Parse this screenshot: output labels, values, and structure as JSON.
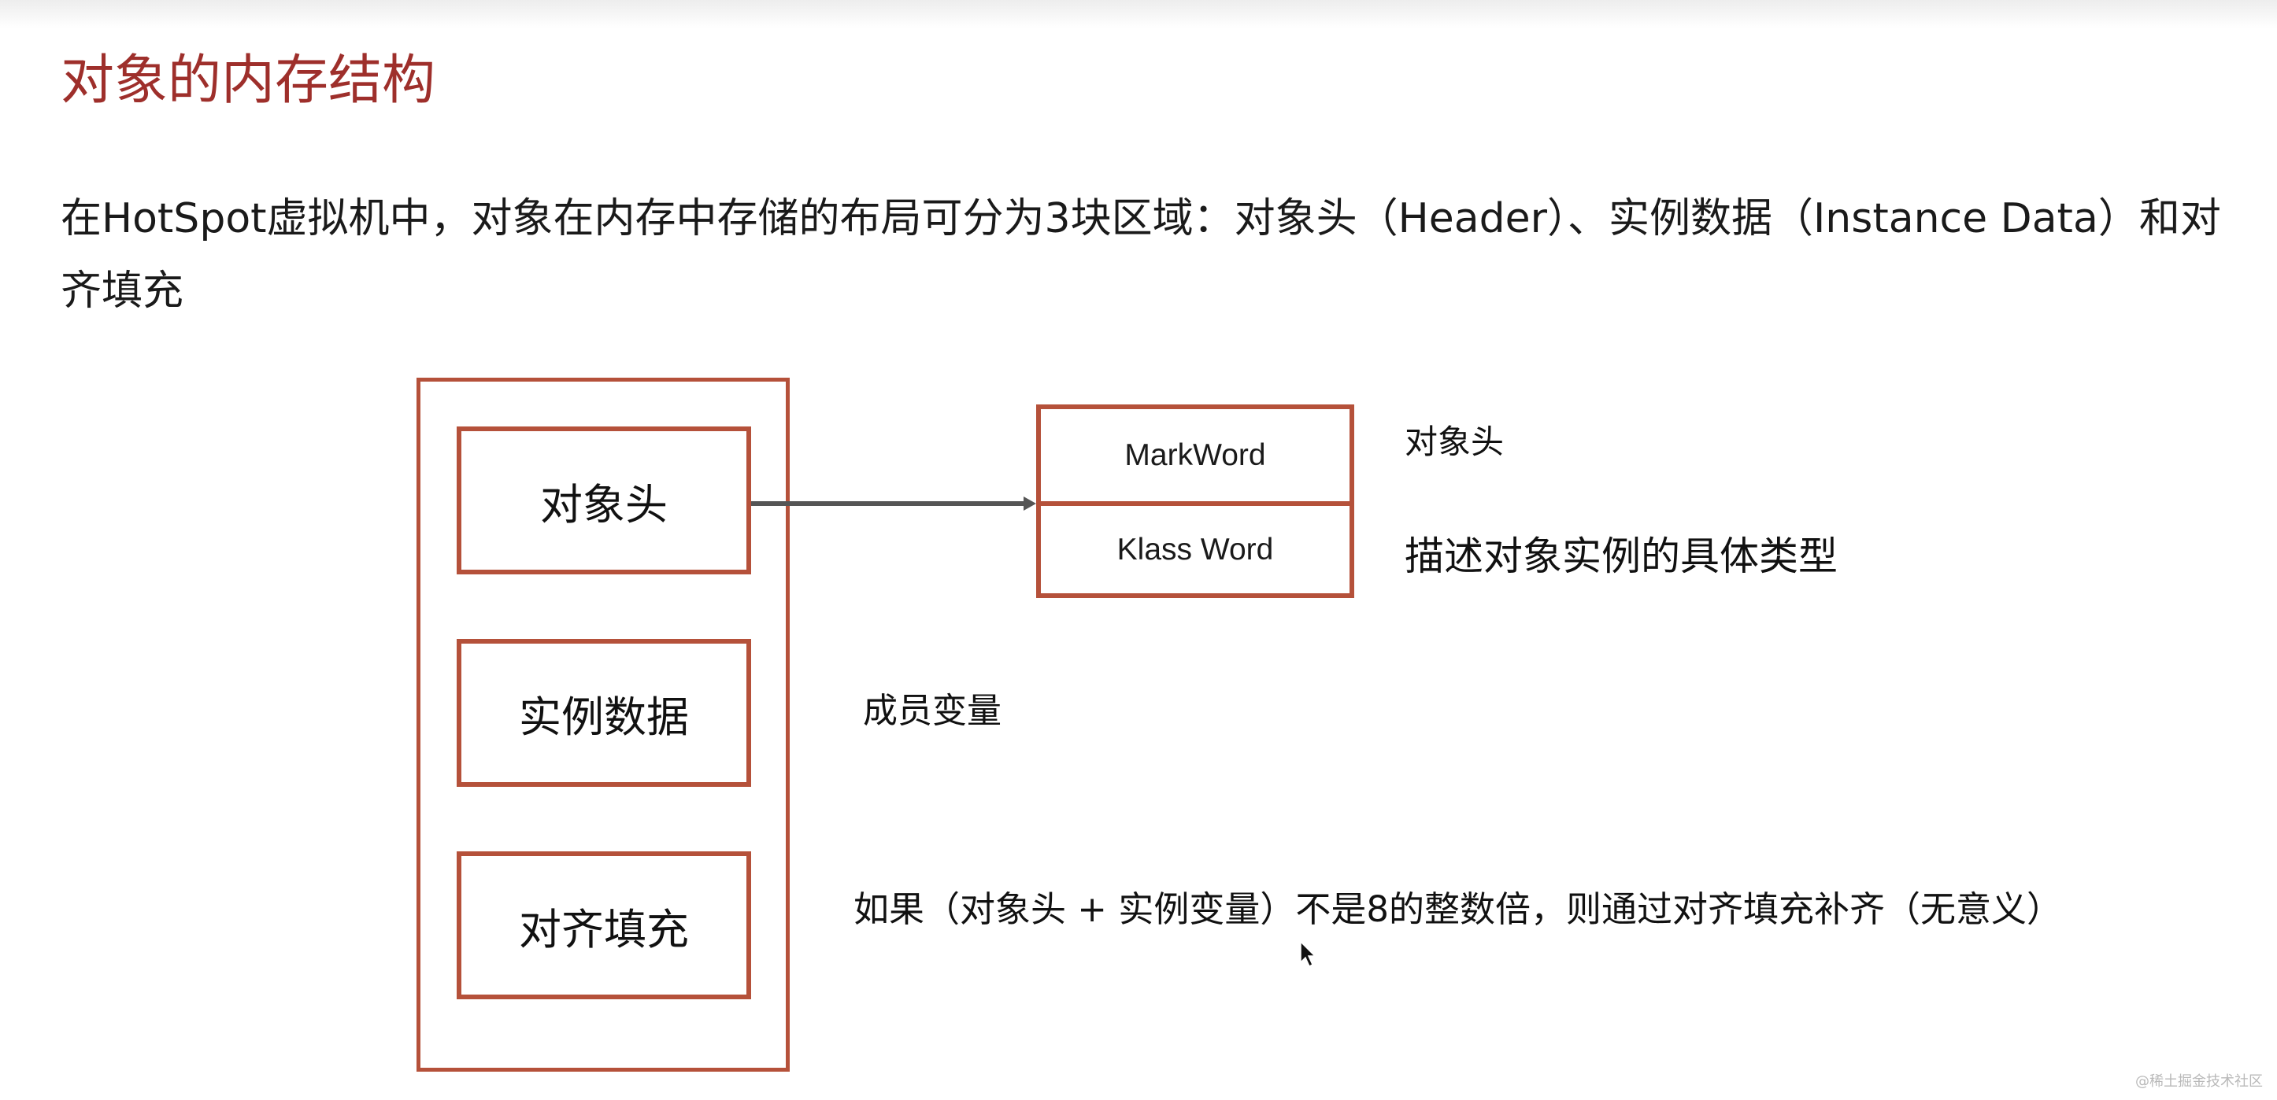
{
  "title": "对象的内存结构",
  "intro": {
    "line1": "在HotSpot虚拟机中，对象在内存中存储的布局可分为3块区域：对象头（Header）、实例数据（Instance Data）和对",
    "line2": "齐填充"
  },
  "diagram": {
    "parts": [
      "对象头",
      "实例数据",
      "对齐填充"
    ],
    "header_parts": [
      "MarkWord",
      "Klass Word"
    ],
    "notes": {
      "markword": "对象头",
      "klassword": "描述对象实例的具体类型",
      "instance": "成员变量",
      "padding": "如果（对象头 + 实例变量）不是8的整数倍，则通过对齐填充补齐（无意义）"
    }
  },
  "watermark": "@稀土掘金技术社区",
  "colors": {
    "title": "#9e2f2b",
    "box_border": "#b5513a",
    "arrow": "#555555"
  }
}
